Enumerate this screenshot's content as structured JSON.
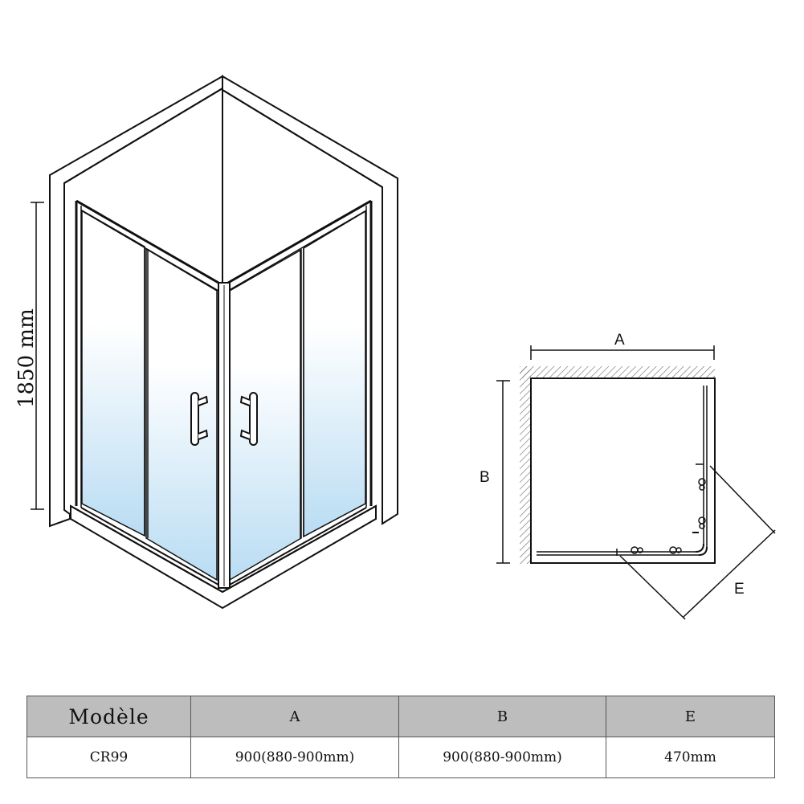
{
  "diagram": {
    "height_label": "1850 mm",
    "plan_labels": {
      "a": "A",
      "b": "B",
      "e": "E"
    }
  },
  "colors": {
    "line": "#111111",
    "glass_top": "#ffffff",
    "glass_bottom": "#b9dcf3",
    "table_header_bg": "#bdbdbd"
  },
  "table": {
    "headers": [
      "Modèle",
      "A",
      "B",
      "E"
    ],
    "rows": [
      [
        "CR99",
        "900(880-900mm)",
        "900(880-900mm)",
        "470mm"
      ]
    ]
  }
}
